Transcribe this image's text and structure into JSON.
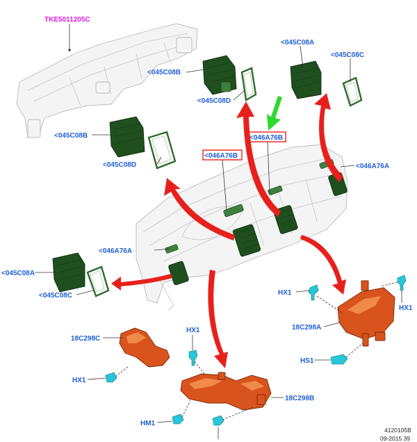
{
  "diagram": {
    "labels": {
      "top_assembly": "TKE5011205C",
      "vent_top_right": "<045C08A",
      "bezel_top_right": "<045C08C",
      "vent_top_center": "<045C08B",
      "bezel_top_center": "<045C08D",
      "vent_left": "<045C08B",
      "bezel_left": "<045C08D",
      "center_vent_a": "<046A76B",
      "center_vent_b": "<046A76B",
      "right_side_vent": "<046A76A",
      "left_side_vent": "<046A76A",
      "vent_bottom_left": "<045C08A",
      "bezel_bottom_left": "<045C08C",
      "duct_right": "18C298A",
      "duct_left": "18C298C",
      "duct_bottom": "18C298B",
      "clip_hx1_a": "HX1",
      "clip_hx1_b": "HX1",
      "clip_hx1_c": "HX1",
      "clip_hx1_d": "HX1",
      "clip_hs1": "HS1",
      "clip_hm1": "HM1"
    },
    "footer": {
      "code": "4120105B",
      "date": "09-2015 39"
    },
    "colors": {
      "label": "#1f5fd6",
      "part_number": "#e01ae0",
      "arrow": "#e8201c",
      "pointer": "#2ed92e",
      "vent": "#1f4f1f",
      "duct": "#d9531c",
      "clip": "#27c7d9"
    }
  }
}
